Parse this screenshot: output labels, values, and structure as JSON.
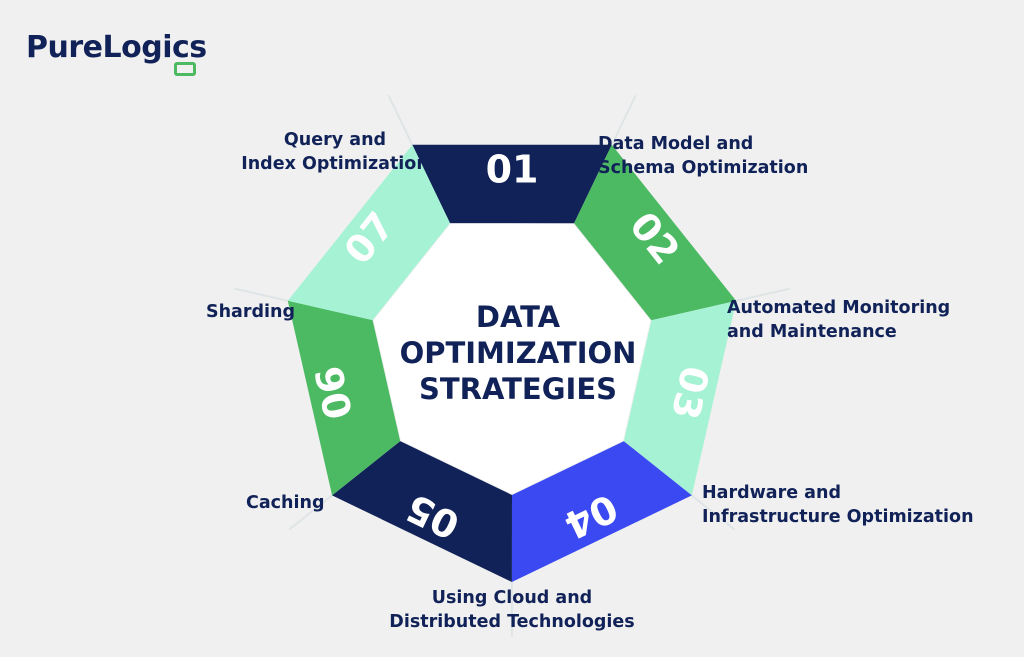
{
  "logo": {
    "text": "PureLogics",
    "brand_color": "#102257",
    "accent_color": "#4cb963"
  },
  "diagram": {
    "center_title": [
      "DATA",
      "OPTIMIZATION",
      "STRATEGIES"
    ],
    "segments": [
      {
        "number": "01",
        "label": [
          "Query and",
          "Index Optimization"
        ],
        "color": "#102257"
      },
      {
        "number": "02",
        "label": [
          "Data Model and",
          "Schema Optimization"
        ],
        "color": "#4cb963"
      },
      {
        "number": "03",
        "label": [
          "Automated Monitoring",
          "and Maintenance"
        ],
        "color": "#a5f2d4"
      },
      {
        "number": "04",
        "label": [
          "Hardware and",
          "Infrastructure Optimization"
        ],
        "color": "#3a49f1"
      },
      {
        "number": "05",
        "label": [
          "Using Cloud and",
          "Distributed Technologies"
        ],
        "color": "#102257"
      },
      {
        "number": "06",
        "label": [
          "Caching"
        ],
        "color": "#4cb963"
      },
      {
        "number": "07",
        "label": [
          "Sharding"
        ],
        "color": "#a5f2d4"
      }
    ]
  }
}
